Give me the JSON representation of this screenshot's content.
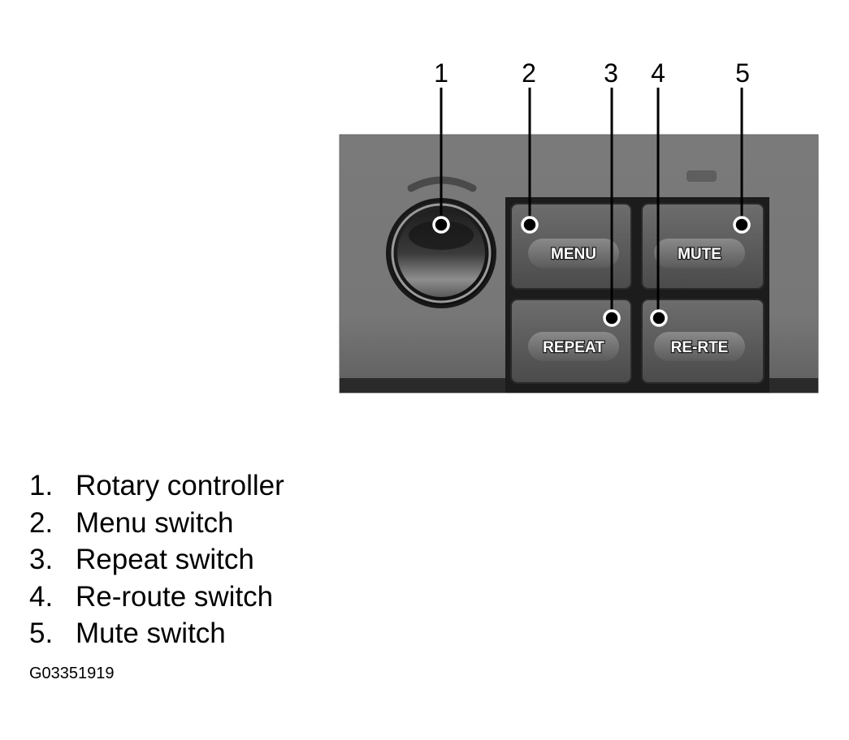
{
  "panel": {
    "buttons": {
      "menu": "MENU",
      "mute": "MUTE",
      "repeat": "REPEAT",
      "reroute": "RE-RTE"
    }
  },
  "callouts": [
    "1",
    "2",
    "3",
    "4",
    "5"
  ],
  "legend": [
    {
      "num": "1.",
      "label": "Rotary controller"
    },
    {
      "num": "2.",
      "label": "Menu switch"
    },
    {
      "num": "3.",
      "label": "Repeat switch"
    },
    {
      "num": "4.",
      "label": "Re-route switch"
    },
    {
      "num": "5.",
      "label": "Mute switch"
    }
  ],
  "figure_code": "G03351919"
}
